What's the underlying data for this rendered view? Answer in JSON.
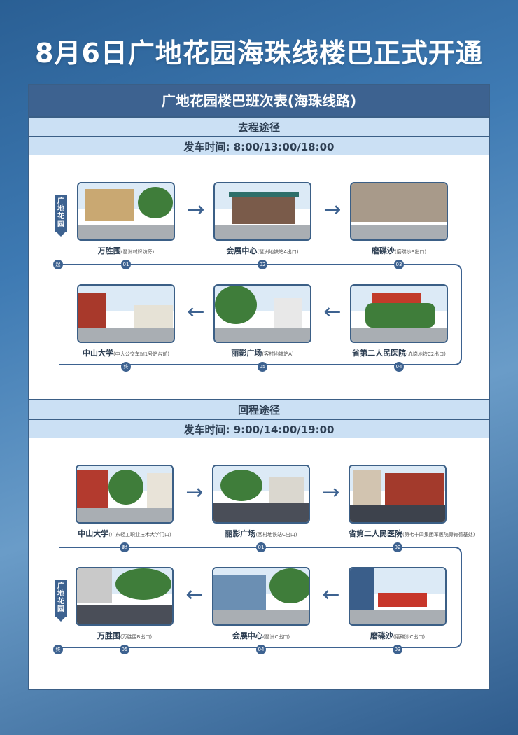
{
  "title": "8月6日广地花园海珠线楼巴正式开通",
  "panel_header": "广地花园楼巴班次表(海珠线路)",
  "outbound": {
    "heading": "去程途径",
    "times_label": "发车时间",
    "times": ":  8:00/13:00/18:00",
    "start_tag": "广地花园",
    "stops": [
      {
        "name": "万胜围",
        "note": "(琶洲村牌坊旁)",
        "num": "01"
      },
      {
        "name": "会展中心",
        "note": "(琶洲地铁站A出口)",
        "num": "02"
      },
      {
        "name": "磨碟沙",
        "note": "(磨碟沙B出口)",
        "num": "03"
      },
      {
        "name": "省第二人民医院",
        "note": "(赤岗地铁C2出口)",
        "num": "04"
      },
      {
        "name": "丽影广场",
        "note": "(客村地铁站A)",
        "num": "05"
      },
      {
        "name": "中山大学",
        "note": "(中大公交车站1号站台前)",
        "num": "终"
      }
    ],
    "start_dot": "起"
  },
  "inbound": {
    "heading": "回程途径",
    "times_label": "发车时间",
    "times": ":  9:00/14:00/19:00",
    "end_tag": "广地花园",
    "stops": [
      {
        "name": "中山大学",
        "note": "(广东轻工职业技术大学门口)",
        "num": "起"
      },
      {
        "name": "丽影广场",
        "note": "(客村地铁站C出口)",
        "num": "01"
      },
      {
        "name": "省第二人民医院",
        "note": "(第七十四集团军医院旁肯德基处)",
        "num": "02"
      },
      {
        "name": "磨碟沙",
        "note": "(磨碟沙C出口)",
        "num": "03"
      },
      {
        "name": "会展中心",
        "note": "(琶洲C出口)",
        "num": "04"
      },
      {
        "name": "万胜围",
        "note": "(万胜围B出口)",
        "num": "05"
      }
    ],
    "end_dot": "终"
  }
}
